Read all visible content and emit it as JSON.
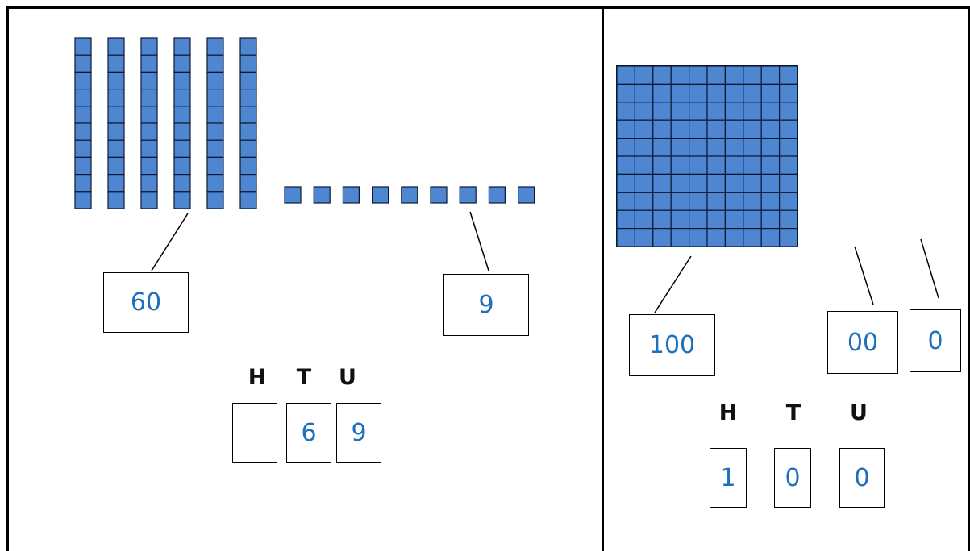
{
  "colors": {
    "block": "#4f86d1",
    "block_stroke": "#0b1a33",
    "digit": "#1f6fbd",
    "line": "#000000"
  },
  "left_panel": {
    "tens_rods": 6,
    "unit_cubes": 9,
    "tens_box": "60",
    "units_box": "9",
    "headings": [
      "H",
      "T",
      "U"
    ],
    "digits": [
      "",
      "6",
      "9"
    ]
  },
  "right_panel": {
    "hundred_square": 1,
    "hundreds_box": "100",
    "tens_box": "00",
    "units_box": "0",
    "headings": [
      "H",
      "T",
      "U"
    ],
    "digits": [
      "1",
      "0",
      "0"
    ]
  }
}
